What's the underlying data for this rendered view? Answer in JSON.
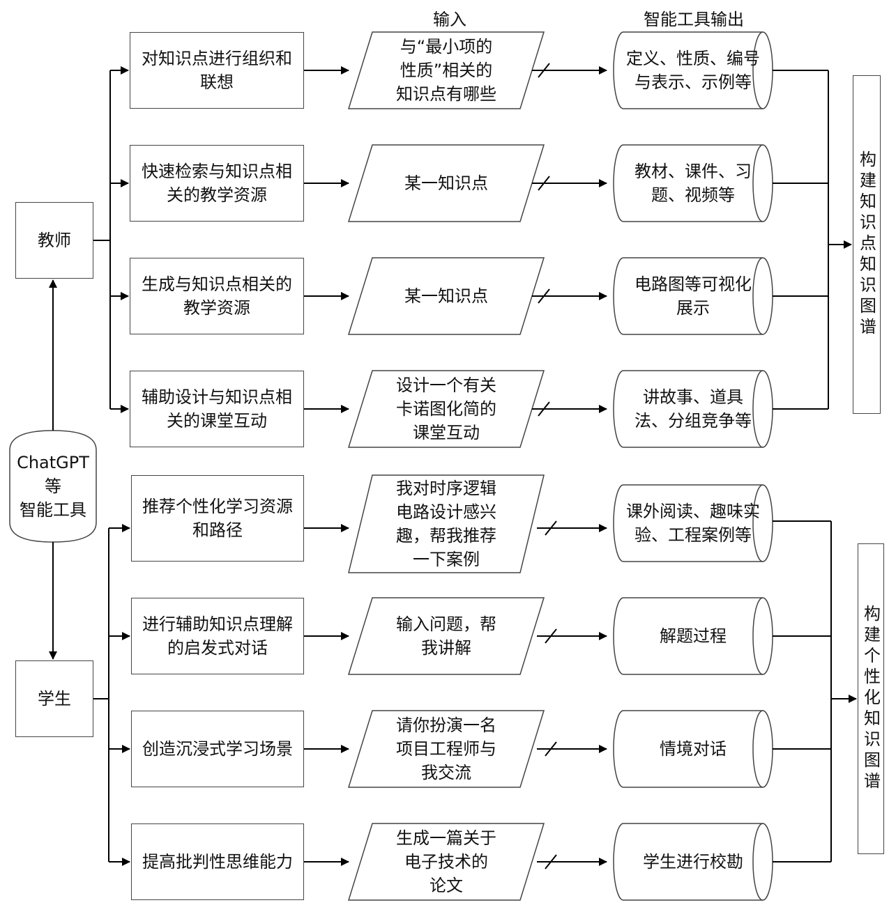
{
  "headers": {
    "input": "输入",
    "output": "智能工具输出"
  },
  "center": {
    "label": "ChatGPT等\n智能工具"
  },
  "teacher": {
    "label": "教师",
    "summary": "构建知识点知识图谱",
    "rows": [
      {
        "task": "对知识点进行组织和\n联想",
        "input": "与“最小项的\n性质”相关的\n知识点有哪些",
        "output": "定义、性质、编号\n与表示、示例等"
      },
      {
        "task": "快速检索与知识点相\n关的教学资源",
        "input": "某一知识点",
        "output": "教材、课件、习\n题、视频等"
      },
      {
        "task": "生成与知识点相关的\n教学资源",
        "input": "某一知识点",
        "output": "电路图等可视化\n展示"
      },
      {
        "task": "辅助设计与知识点相\n关的课堂互动",
        "input": "设计一个有关\n卡诺图化简的\n课堂互动",
        "output": "讲故事、道具\n法、分组竞争等"
      }
    ]
  },
  "student": {
    "label": "学生",
    "summary": "构建个性化知识图谱",
    "rows": [
      {
        "task": "推荐个性化学习资源\n和路径",
        "input": "我对时序逻辑\n电路设计感兴\n趣，帮我推荐\n一下案例",
        "output": "课外阅读、趣味实\n验、工程案例等"
      },
      {
        "task": "进行辅助知识点理解\n的启发式对话",
        "input": "输入问题，帮\n我讲解",
        "output": "解题过程"
      },
      {
        "task": "创造沉浸式学习场景",
        "input": "请你扮演一名\n项目工程师与\n我交流",
        "output": "情境对话"
      },
      {
        "task": "提高批判性思维能力",
        "input": "生成一篇关于\n电子技术的\n论文",
        "output": "学生进行校勘"
      }
    ]
  }
}
